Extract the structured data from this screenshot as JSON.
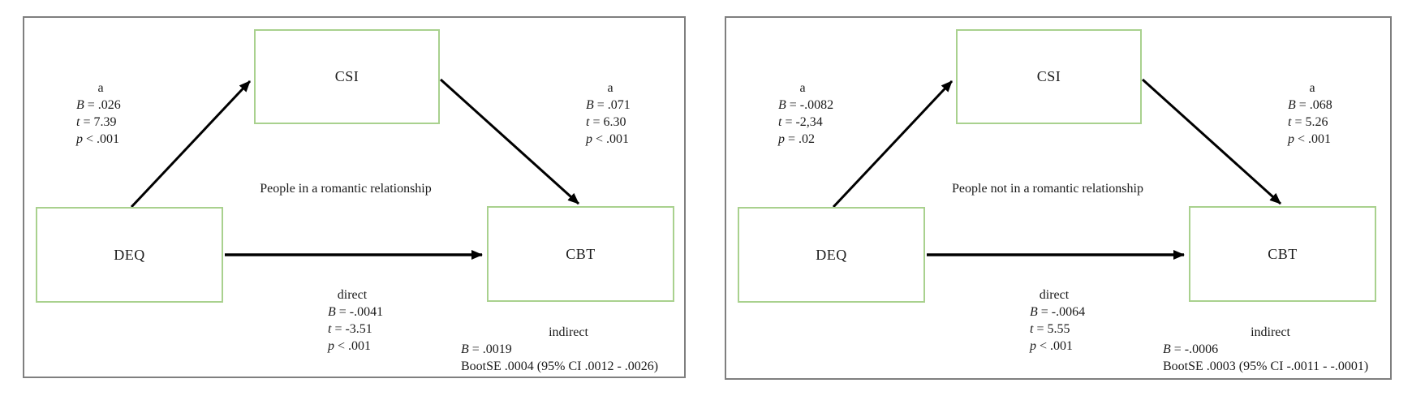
{
  "colors": {
    "node_border": "#a9d18e",
    "panel_border": "#7f7f7f",
    "arrow": "#000000",
    "text": "#1a1a1a"
  },
  "panels": [
    {
      "group_label": "People in a romantic relationship",
      "boxes": {
        "mediator": "CSI",
        "predictor": "DEQ",
        "outcome": "CBT"
      },
      "path_a": {
        "label": "a",
        "stats": [
          {
            "var": "B",
            "rest": " = .026"
          },
          {
            "var": "t",
            "rest": " = 7.39"
          },
          {
            "var": "p",
            "rest": " < .001"
          }
        ]
      },
      "path_b": {
        "label": "a",
        "stats": [
          {
            "var": "B",
            "rest": " = .071"
          },
          {
            "var": "t",
            "rest": " = 6.30"
          },
          {
            "var": "p",
            "rest": " < .001"
          }
        ]
      },
      "direct": {
        "label": "direct",
        "stats": [
          {
            "var": "B",
            "rest": " = -.0041"
          },
          {
            "var": "t",
            "rest": " = -3.51"
          },
          {
            "var": "p",
            "rest": " < .001"
          }
        ]
      },
      "indirect": {
        "label": "indirect",
        "stats": [
          {
            "var": "B",
            "rest": " = .0019"
          },
          {
            "var": "",
            "rest": "BootSE .0004 (95% CI .0012 - .0026)"
          }
        ]
      }
    },
    {
      "group_label": "People not in a romantic relationship",
      "boxes": {
        "mediator": "CSI",
        "predictor": "DEQ",
        "outcome": "CBT"
      },
      "path_a": {
        "label": "a",
        "stats": [
          {
            "var": "B",
            "rest": " = -.0082"
          },
          {
            "var": "t",
            "rest": " = -2,34"
          },
          {
            "var": "p",
            "rest": " = .02"
          }
        ]
      },
      "path_b": {
        "label": "a",
        "stats": [
          {
            "var": "B",
            "rest": " = .068"
          },
          {
            "var": "t",
            "rest": " = 5.26"
          },
          {
            "var": "p",
            "rest": " < .001"
          }
        ]
      },
      "direct": {
        "label": "direct",
        "stats": [
          {
            "var": "B",
            "rest": " = -.0064"
          },
          {
            "var": "t",
            "rest": " = 5.55"
          },
          {
            "var": "p",
            "rest": " < .001"
          }
        ]
      },
      "indirect": {
        "label": "indirect",
        "stats": [
          {
            "var": "B",
            "rest": " = -.0006"
          },
          {
            "var": "",
            "rest": "BootSE .0003 (95% CI -.0011 - -.0001)"
          }
        ]
      }
    }
  ]
}
